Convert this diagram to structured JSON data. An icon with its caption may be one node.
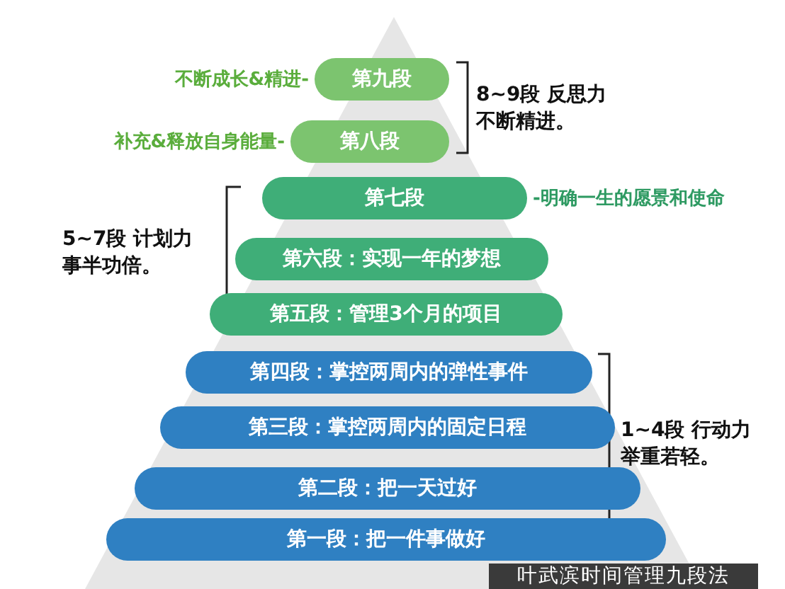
{
  "diagram": {
    "caption": "叶武滨时间管理九段法",
    "nodes": [
      {
        "text": [
          "第九段"
        ],
        "beside": [
          "不断成长&精进-"
        ]
      },
      {
        "text": [
          "第八段"
        ],
        "beside": [
          "补充&释放自身能量-"
        ]
      },
      {
        "text": [
          "第七段"
        ],
        "beside": [
          "-明确一生的愿景和使命"
        ]
      },
      {
        "text": [
          "第六段：实现一年的梦想"
        ]
      },
      {
        "text": [
          "第五段：管理3个月的项目"
        ]
      },
      {
        "text": [
          "第四段：掌控两周内的弹性事件"
        ]
      },
      {
        "text": [
          "第三段：掌控两周内的固定日程"
        ]
      },
      {
        "text": [
          "第二段：把一天过好"
        ]
      },
      {
        "text": [
          "第一段：把一件事做好"
        ]
      }
    ],
    "edges": [],
    "labels": [
      "8~9段 反思力不断精进。",
      "5~7段 计划力事半功倍。",
      "1~4段 行动力举重若轻。"
    ]
  }
}
